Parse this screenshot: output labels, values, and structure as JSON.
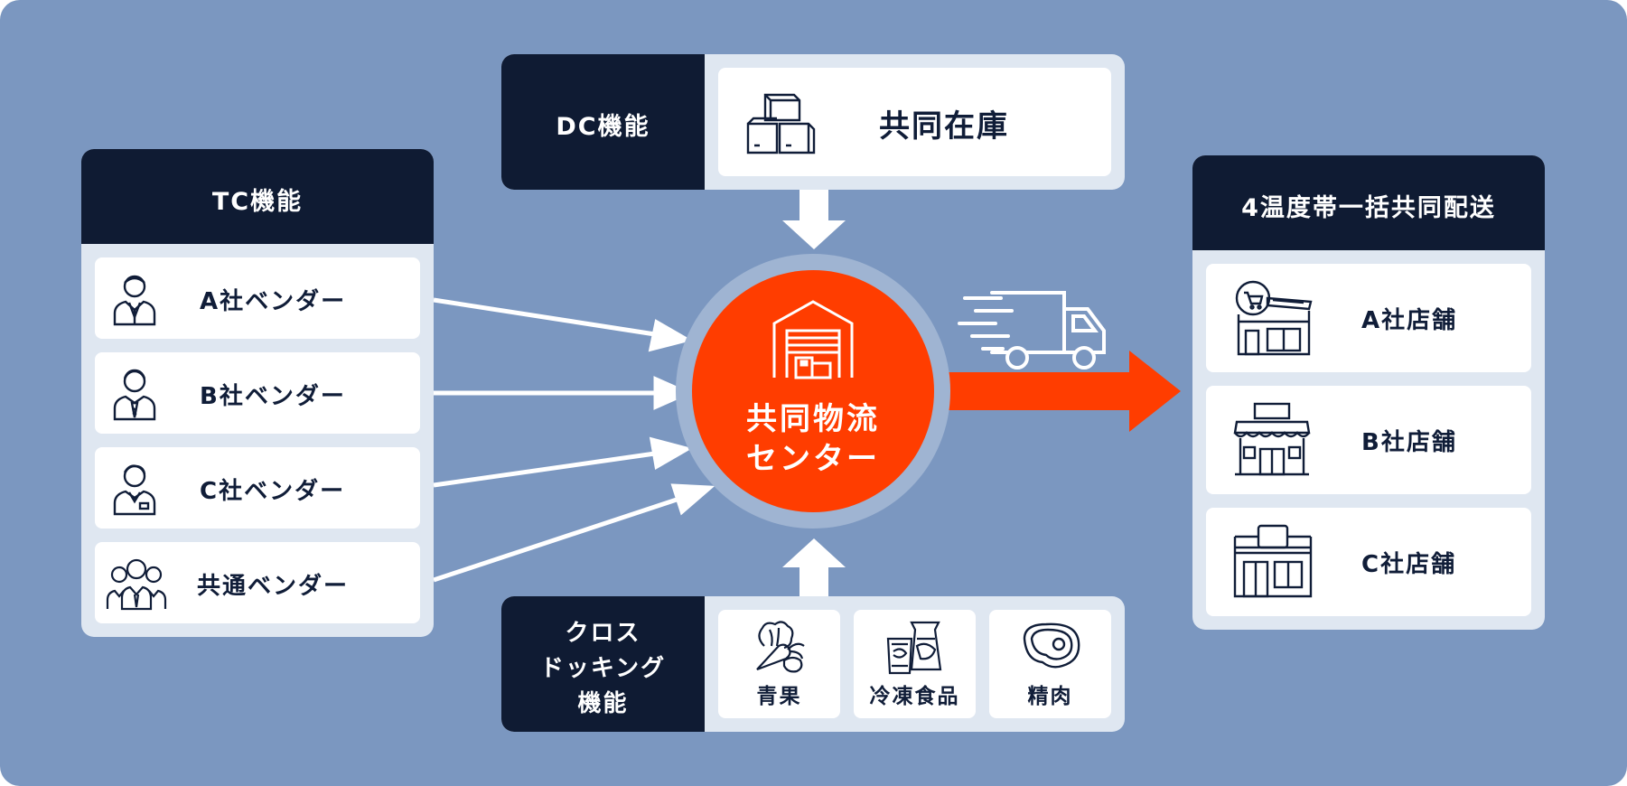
{
  "colors": {
    "background": "#7b97c0",
    "panel_light": "#dfe7f1",
    "panel_dark": "#0f1b33",
    "accent": "#ff3d00",
    "text_dark": "#101d38",
    "white": "#ffffff"
  },
  "tc": {
    "header": "TC機能",
    "vendors": [
      {
        "label": "A社ベンダー",
        "icon": "person-suit-icon"
      },
      {
        "label": "B社ベンダー",
        "icon": "person-tie-icon"
      },
      {
        "label": "C社ベンダー",
        "icon": "person-badge-icon"
      },
      {
        "label": "共通ベンダー",
        "icon": "people-group-icon"
      }
    ]
  },
  "dc": {
    "header": "DC機能",
    "item_label": "共同在庫",
    "item_icon": "boxes-icon"
  },
  "center": {
    "line1": "共同物流",
    "line2": "センター",
    "icon": "warehouse-icon"
  },
  "cross": {
    "header_line1": "クロス",
    "header_line2": "ドッキング",
    "header_line3": "機能",
    "items": [
      {
        "label": "青果",
        "icon": "vegetables-icon"
      },
      {
        "label": "冷凍食品",
        "icon": "frozen-food-icon"
      },
      {
        "label": "精肉",
        "icon": "meat-icon"
      }
    ]
  },
  "delivery": {
    "header": "4温度帯一括共同配送",
    "stores": [
      {
        "label": "A社店舗",
        "icon": "supermarket-icon"
      },
      {
        "label": "B社店舗",
        "icon": "shop-awning-icon"
      },
      {
        "label": "C社店舗",
        "icon": "convenience-store-icon"
      }
    ],
    "truck_icon": "truck-icon"
  }
}
